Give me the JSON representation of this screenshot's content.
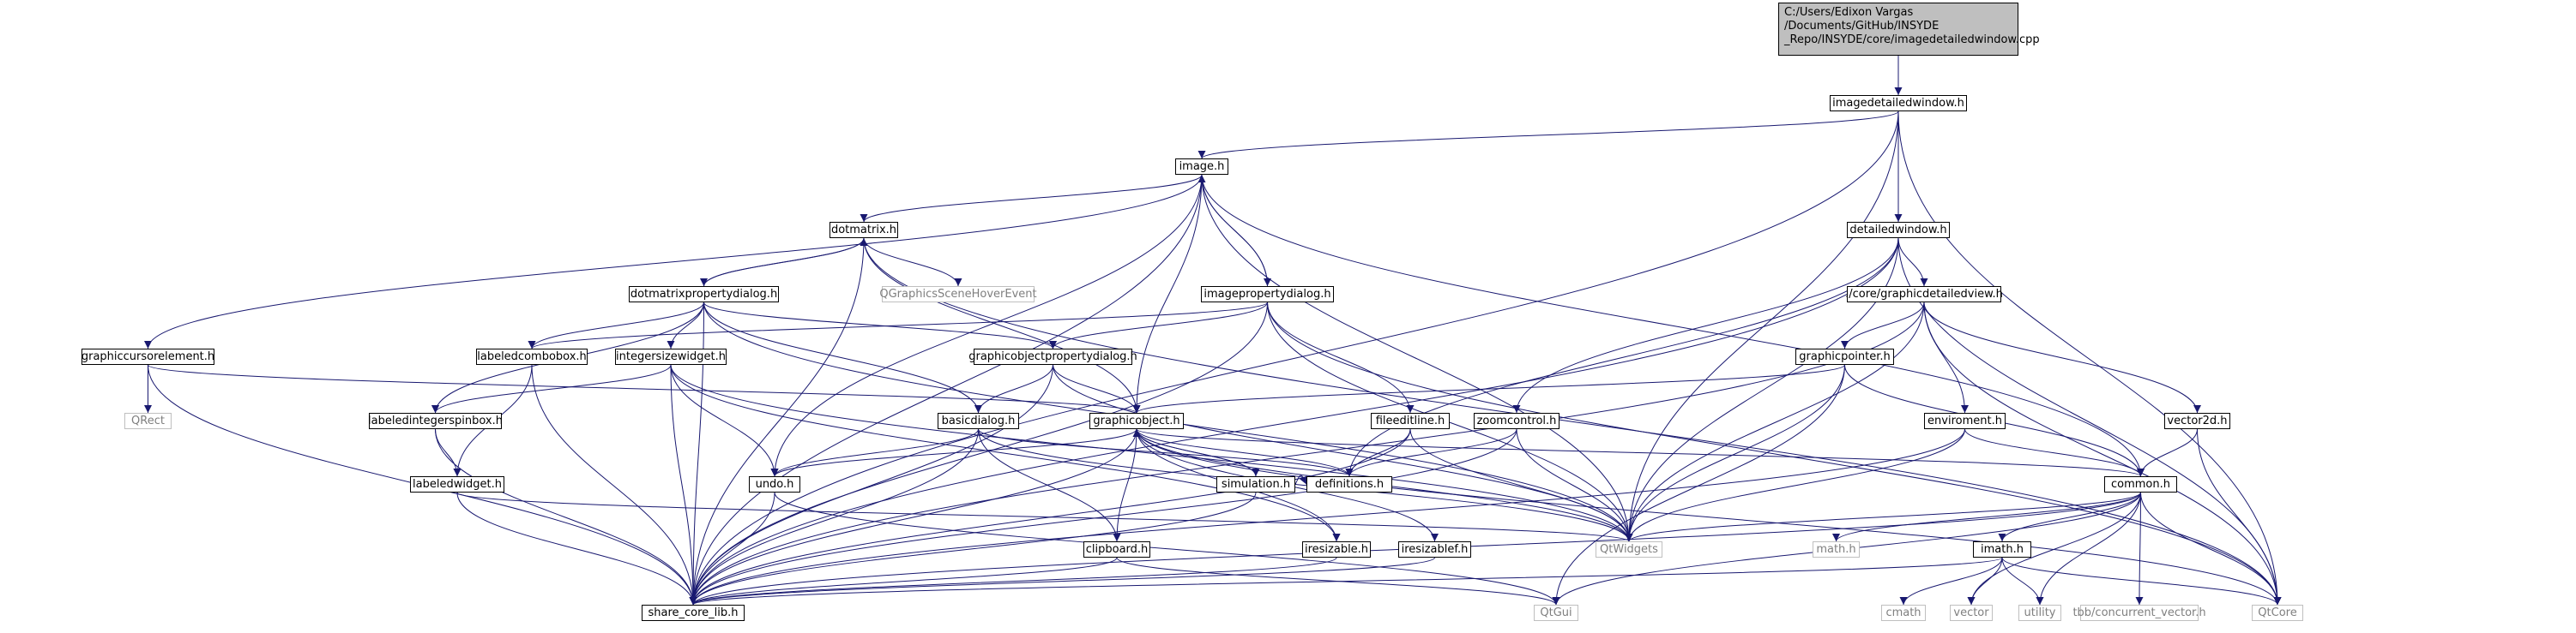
{
  "graph": {
    "root": "C:/Users/Edixon Vargas /Documents/GitHub/INSYDE _Repo/INSYDE/core/imagedetailedwindow.cpp",
    "nodes": [
      {
        "id": "root",
        "label": "C:/Users/Edixon Vargas /Documents/GitHub/INSYDE _Repo/INSYDE/core/imagedetailedwindow.cpp",
        "external": false
      },
      {
        "id": "imagedetailedwindow_h",
        "label": "imagedetailedwindow.h",
        "external": false
      },
      {
        "id": "image_h",
        "label": "image.h",
        "external": false
      },
      {
        "id": "detailedwindow_h",
        "label": "detailedwindow.h",
        "external": false
      },
      {
        "id": "dotmatrix_h",
        "label": "dotmatrix.h",
        "external": false
      },
      {
        "id": "dotmatrixpropertydialog_h",
        "label": "dotmatrixpropertydialog.h",
        "external": false
      },
      {
        "id": "imagepropertydialog_h",
        "label": "imagepropertydialog.h",
        "external": false
      },
      {
        "id": "QGraphicsSceneHoverEvent",
        "label": "QGraphicsSceneHoverEvent",
        "external": true
      },
      {
        "id": "graphicdetailedview_h",
        "label": "./core/graphicdetailedview.h",
        "external": false
      },
      {
        "id": "graphiccursorelement_h",
        "label": "graphiccursorelement.h",
        "external": false
      },
      {
        "id": "labeledcombobox_h",
        "label": "labeledcombobox.h",
        "external": false
      },
      {
        "id": "integersizewidget_h",
        "label": "integersizewidget.h",
        "external": false
      },
      {
        "id": "graphicobjectpropertydialog_h",
        "label": "graphicobjectpropertydialog.h",
        "external": false
      },
      {
        "id": "graphicpointer_h",
        "label": "graphicpointer.h",
        "external": false
      },
      {
        "id": "QRect",
        "label": "QRect",
        "external": true
      },
      {
        "id": "labeledintegerspinbox_h",
        "label": "labeledintegerspinbox.h",
        "external": false
      },
      {
        "id": "basicdialog_h",
        "label": "basicdialog.h",
        "external": false
      },
      {
        "id": "graphicobject_h",
        "label": "graphicobject.h",
        "external": false
      },
      {
        "id": "fileeditline_h",
        "label": "fileeditline.h",
        "external": false
      },
      {
        "id": "zoomcontrol_h",
        "label": "zoomcontrol.h",
        "external": false
      },
      {
        "id": "enviroment_h",
        "label": "enviroment.h",
        "external": false
      },
      {
        "id": "vector2d_h",
        "label": "vector2d.h",
        "external": false
      },
      {
        "id": "labeledwidget_h",
        "label": "labeledwidget.h",
        "external": false
      },
      {
        "id": "undo_h",
        "label": "undo.h",
        "external": false
      },
      {
        "id": "simulation_h",
        "label": "simulation.h",
        "external": false
      },
      {
        "id": "definitions_h",
        "label": "definitions.h",
        "external": false
      },
      {
        "id": "common_h",
        "label": "common.h",
        "external": false
      },
      {
        "id": "QtWidgets",
        "label": "QtWidgets",
        "external": true
      },
      {
        "id": "clipboard_h",
        "label": "clipboard.h",
        "external": false
      },
      {
        "id": "iresizable_h",
        "label": "iresizable.h",
        "external": false
      },
      {
        "id": "iresizablef_h",
        "label": "iresizablef.h",
        "external": false
      },
      {
        "id": "math_h",
        "label": "math.h",
        "external": true
      },
      {
        "id": "imath_h",
        "label": "imath.h",
        "external": false
      },
      {
        "id": "share_core_lib_h",
        "label": "share_core_lib.h",
        "external": false
      },
      {
        "id": "QtGui",
        "label": "QtGui",
        "external": true
      },
      {
        "id": "cmath",
        "label": "cmath",
        "external": true
      },
      {
        "id": "vector",
        "label": "vector",
        "external": true
      },
      {
        "id": "utility",
        "label": "utility",
        "external": true
      },
      {
        "id": "concurrent_vector",
        "label": "tbb/concurrent_vector.h",
        "external": true
      },
      {
        "id": "QtCore",
        "label": "QtCore",
        "external": true
      }
    ],
    "edges": [
      [
        "root",
        "imagedetailedwindow_h"
      ],
      [
        "imagedetailedwindow_h",
        "image_h"
      ],
      [
        "imagedetailedwindow_h",
        "detailedwindow_h"
      ],
      [
        "imagedetailedwindow_h",
        "share_core_lib_h"
      ],
      [
        "imagedetailedwindow_h",
        "QtWidgets"
      ],
      [
        "imagedetailedwindow_h",
        "QtCore"
      ],
      [
        "image_h",
        "dotmatrix_h"
      ],
      [
        "image_h",
        "imagepropertydialog_h"
      ],
      [
        "image_h",
        "graphiccursorelement_h"
      ],
      [
        "image_h",
        "graphicobject_h"
      ],
      [
        "image_h",
        "undo_h"
      ],
      [
        "image_h",
        "common_h"
      ],
      [
        "image_h",
        "QtWidgets"
      ],
      [
        "image_h",
        "share_core_lib_h"
      ],
      [
        "dotmatrix_h",
        "dotmatrixpropertydialog_h"
      ],
      [
        "dotmatrix_h",
        "QGraphicsSceneHoverEvent"
      ],
      [
        "dotmatrix_h",
        "graphicobject_h"
      ],
      [
        "dotmatrix_h",
        "share_core_lib_h"
      ],
      [
        "dotmatrix_h",
        "QtCore"
      ],
      [
        "dotmatrixpropertydialog_h",
        "dotmatrix_h"
      ],
      [
        "dotmatrixpropertydialog_h",
        "labeledcombobox_h"
      ],
      [
        "dotmatrixpropertydialog_h",
        "integersizewidget_h"
      ],
      [
        "dotmatrixpropertydialog_h",
        "labeledintegerspinbox_h"
      ],
      [
        "dotmatrixpropertydialog_h",
        "basicdialog_h"
      ],
      [
        "dotmatrixpropertydialog_h",
        "graphicobjectpropertydialog_h"
      ],
      [
        "dotmatrixpropertydialog_h",
        "QtWidgets"
      ],
      [
        "dotmatrixpropertydialog_h",
        "share_core_lib_h"
      ],
      [
        "imagepropertydialog_h",
        "image_h"
      ],
      [
        "imagepropertydialog_h",
        "graphicobjectpropertydialog_h"
      ],
      [
        "imagepropertydialog_h",
        "labeledcombobox_h"
      ],
      [
        "imagepropertydialog_h",
        "fileeditline_h"
      ],
      [
        "imagepropertydialog_h",
        "QtWidgets"
      ],
      [
        "imagepropertydialog_h",
        "share_core_lib_h"
      ],
      [
        "imagepropertydialog_h",
        "QtCore"
      ],
      [
        "detailedwindow_h",
        "graphicdetailedview_h"
      ],
      [
        "detailedwindow_h",
        "zoomcontrol_h"
      ],
      [
        "detailedwindow_h",
        "definitions_h"
      ],
      [
        "detailedwindow_h",
        "QtWidgets"
      ],
      [
        "detailedwindow_h",
        "share_core_lib_h"
      ],
      [
        "detailedwindow_h",
        "QtCore"
      ],
      [
        "graphicdetailedview_h",
        "graphicpointer_h"
      ],
      [
        "graphicdetailedview_h",
        "enviroment_h"
      ],
      [
        "graphicdetailedview_h",
        "vector2d_h"
      ],
      [
        "graphicdetailedview_h",
        "QtWidgets"
      ],
      [
        "graphicdetailedview_h",
        "share_core_lib_h"
      ],
      [
        "graphicdetailedview_h",
        "QtCore"
      ],
      [
        "graphiccursorelement_h",
        "graphicobject_h"
      ],
      [
        "graphiccursorelement_h",
        "QRect"
      ],
      [
        "graphiccursorelement_h",
        "share_core_lib_h"
      ],
      [
        "labeledcombobox_h",
        "labeledwidget_h"
      ],
      [
        "labeledcombobox_h",
        "share_core_lib_h"
      ],
      [
        "integersizewidget_h",
        "labeledintegerspinbox_h"
      ],
      [
        "integersizewidget_h",
        "undo_h"
      ],
      [
        "integersizewidget_h",
        "QtWidgets"
      ],
      [
        "integersizewidget_h",
        "share_core_lib_h"
      ],
      [
        "integersizewidget_h",
        "iresizable_h"
      ],
      [
        "graphicobjectpropertydialog_h",
        "graphicobject_h"
      ],
      [
        "graphicobjectpropertydialog_h",
        "basicdialog_h"
      ],
      [
        "graphicobjectpropertydialog_h",
        "QtWidgets"
      ],
      [
        "graphicobjectpropertydialog_h",
        "share_core_lib_h"
      ],
      [
        "graphicpointer_h",
        "graphicobject_h"
      ],
      [
        "graphicpointer_h",
        "common_h"
      ],
      [
        "graphicpointer_h",
        "QtWidgets"
      ],
      [
        "graphicpointer_h",
        "QtGui"
      ],
      [
        "labeledintegerspinbox_h",
        "labeledwidget_h"
      ],
      [
        "labeledintegerspinbox_h",
        "share_core_lib_h"
      ],
      [
        "basicdialog_h",
        "undo_h"
      ],
      [
        "basicdialog_h",
        "clipboard_h"
      ],
      [
        "basicdialog_h",
        "definitions_h"
      ],
      [
        "basicdialog_h",
        "QtWidgets"
      ],
      [
        "basicdialog_h",
        "share_core_lib_h"
      ],
      [
        "graphicobject_h",
        "simulation_h"
      ],
      [
        "graphicobject_h",
        "definitions_h"
      ],
      [
        "graphicobject_h",
        "common_h"
      ],
      [
        "graphicobject_h",
        "clipboard_h"
      ],
      [
        "graphicobject_h",
        "iresizable_h"
      ],
      [
        "graphicobject_h",
        "iresizablef_h"
      ],
      [
        "graphicobject_h",
        "undo_h"
      ],
      [
        "graphicobject_h",
        "QtWidgets"
      ],
      [
        "graphicobject_h",
        "share_core_lib_h"
      ],
      [
        "graphicobject_h",
        "QtCore"
      ],
      [
        "simulation_h",
        "graphicobject_h"
      ],
      [
        "simulation_h",
        "definitions_h"
      ],
      [
        "simulation_h",
        "share_core_lib_h"
      ],
      [
        "fileeditline_h",
        "definitions_h"
      ],
      [
        "fileeditline_h",
        "QtWidgets"
      ],
      [
        "fileeditline_h",
        "share_core_lib_h"
      ],
      [
        "zoomcontrol_h",
        "definitions_h"
      ],
      [
        "zoomcontrol_h",
        "QtWidgets"
      ],
      [
        "zoomcontrol_h",
        "share_core_lib_h"
      ],
      [
        "enviroment_h",
        "common_h"
      ],
      [
        "enviroment_h",
        "QtWidgets"
      ],
      [
        "enviroment_h",
        "share_core_lib_h"
      ],
      [
        "vector2d_h",
        "common_h"
      ],
      [
        "vector2d_h",
        "QtCore"
      ],
      [
        "labeledwidget_h",
        "QtWidgets"
      ],
      [
        "labeledwidget_h",
        "share_core_lib_h"
      ],
      [
        "undo_h",
        "share_core_lib_h"
      ],
      [
        "undo_h",
        "QtGui"
      ],
      [
        "common_h",
        "math_h"
      ],
      [
        "common_h",
        "imath_h"
      ],
      [
        "common_h",
        "QtWidgets"
      ],
      [
        "common_h",
        "share_core_lib_h"
      ],
      [
        "common_h",
        "QtGui"
      ],
      [
        "common_h",
        "vector"
      ],
      [
        "common_h",
        "utility"
      ],
      [
        "common_h",
        "concurrent_vector"
      ],
      [
        "common_h",
        "QtCore"
      ],
      [
        "clipboard_h",
        "share_core_lib_h"
      ],
      [
        "clipboard_h",
        "QtGui"
      ],
      [
        "iresizable_h",
        "share_core_lib_h"
      ],
      [
        "iresizablef_h",
        "share_core_lib_h"
      ],
      [
        "imath_h",
        "cmath"
      ],
      [
        "imath_h",
        "vector"
      ],
      [
        "imath_h",
        "utility"
      ],
      [
        "imath_h",
        "QtCore"
      ],
      [
        "imath_h",
        "share_core_lib_h"
      ]
    ]
  },
  "colors": {
    "edge": "#191970",
    "node_border": "#000000",
    "external_border": "#bfbfbf",
    "external_text": "#7f7f7f",
    "root_fill": "#bfbfbf"
  }
}
